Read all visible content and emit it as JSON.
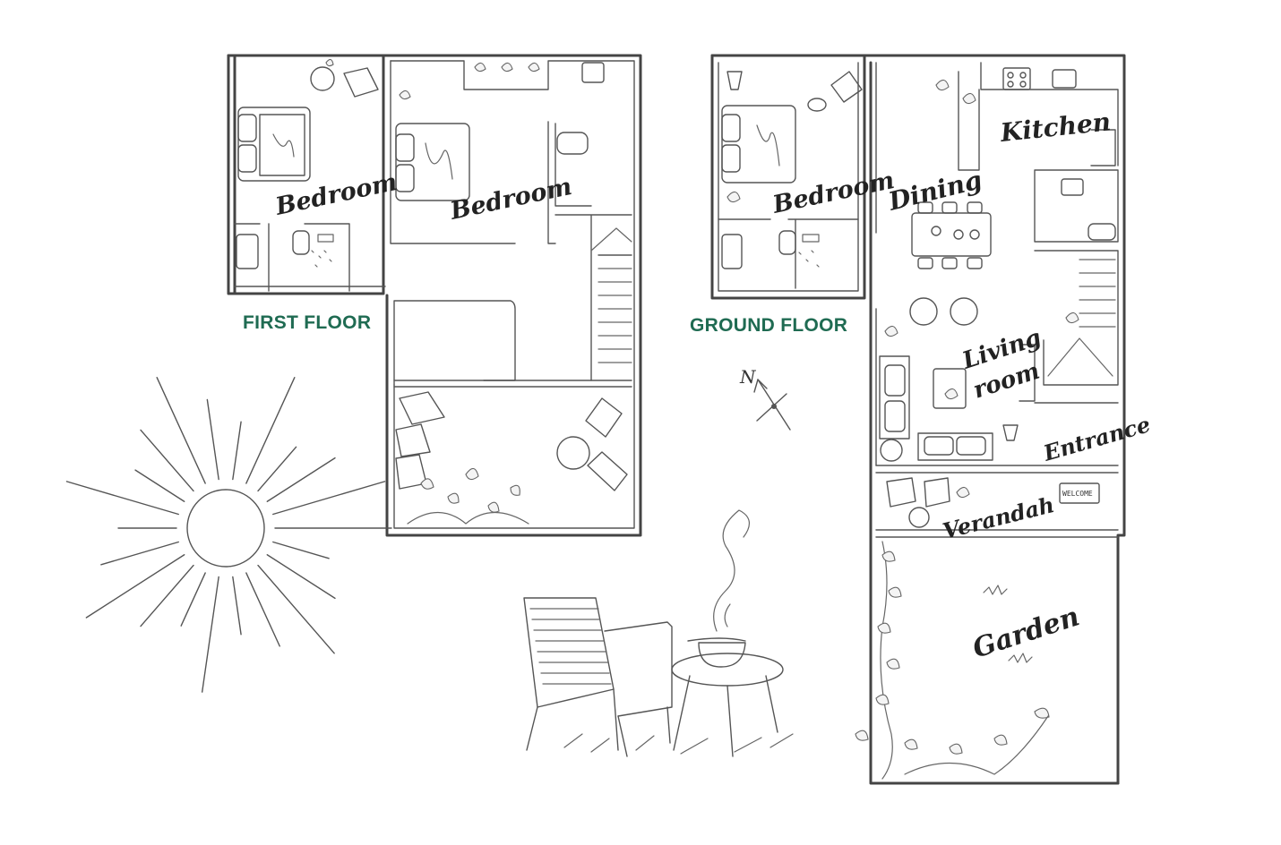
{
  "labels": {
    "first_floor": "FIRST FLOOR",
    "ground_floor": "GROUND FLOOR",
    "compass_n": "N",
    "welcome_mat": "WELCOME"
  },
  "rooms": {
    "ff_bedroom_1": "Bedroom",
    "ff_bedroom_2": "Bedroom",
    "gf_bedroom": "Bedroom",
    "dining": "Dining",
    "kitchen": "Kitchen",
    "living_line1": "Living",
    "living_line2": "room",
    "entrance": "Entrance",
    "verandah": "Verandah",
    "garden": "Garden"
  },
  "colors": {
    "accent_green": "#1f6b52",
    "line": "#444444"
  }
}
